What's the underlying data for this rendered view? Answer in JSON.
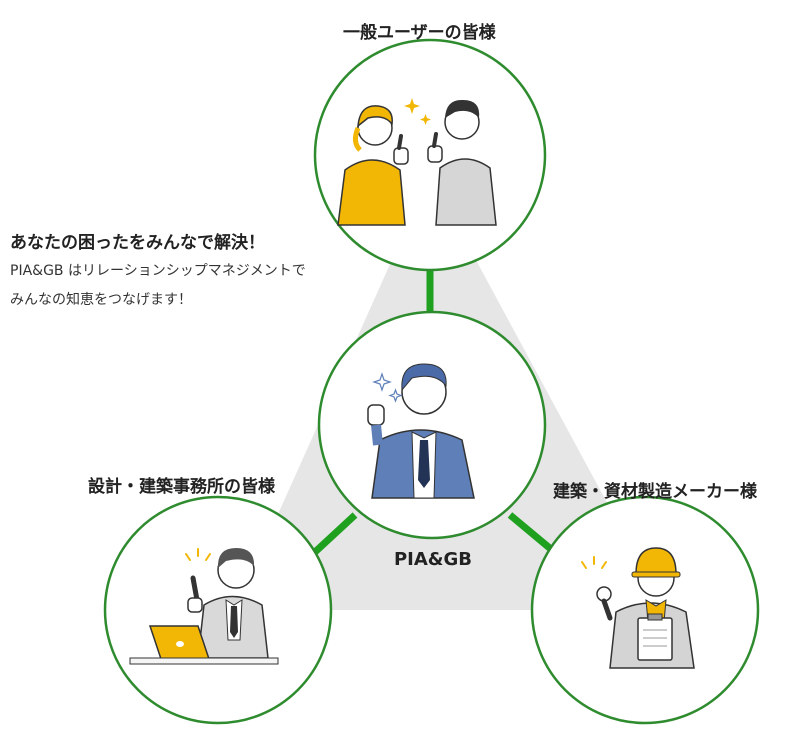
{
  "nodes": {
    "top": {
      "label": "一般ユーザーの皆様"
    },
    "left": {
      "label": "設計・建築事務所の皆様"
    },
    "right": {
      "label": "建築・資材製造メーカー様"
    },
    "center": {
      "label": "PIA&GB"
    }
  },
  "lead": {
    "title": "あなたの困ったをみんなで解決！",
    "line1": "PIA&GB はリレーションシップマネジメントで",
    "line2": "みんなの知恵をつなげます！"
  },
  "colors": {
    "ring": "#2e8b2e",
    "connector": "#1fa01f",
    "triangle": "#e6e6e6",
    "suit": "#5f7fb8",
    "yellow": "#f2b705",
    "gray_shirt": "#d6d6d6"
  }
}
